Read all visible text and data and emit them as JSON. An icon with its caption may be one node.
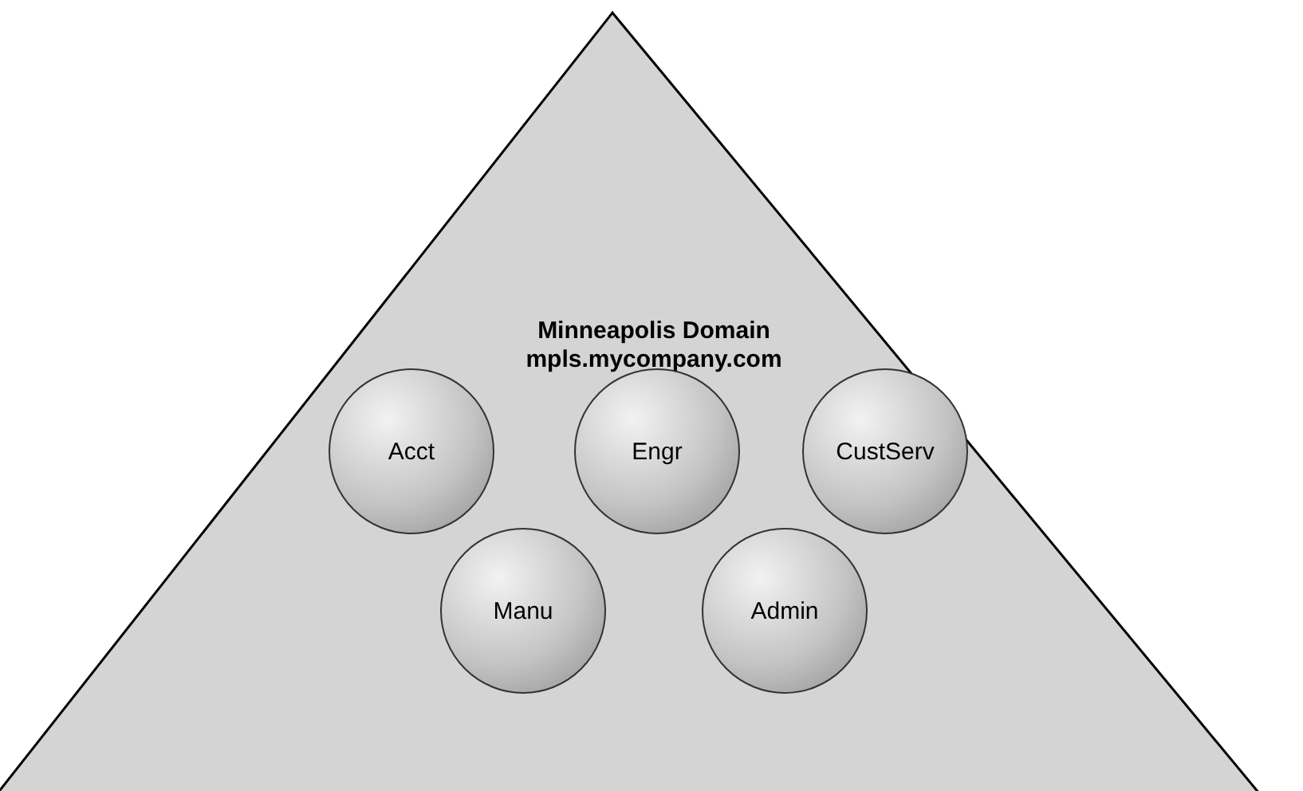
{
  "diagram": {
    "nodes": [
      {
        "text": [
          "Minneapolis Domain",
          "mpls.mycompany.com"
        ]
      },
      {
        "text": [
          "Acct"
        ],
        "in": 0
      },
      {
        "text": [
          "Engr"
        ],
        "in": 0
      },
      {
        "text": [
          "CustServ"
        ],
        "in": 0
      },
      {
        "text": [
          "Manu"
        ],
        "in": 0
      },
      {
        "text": [
          "Admin"
        ],
        "in": 0
      }
    ]
  }
}
